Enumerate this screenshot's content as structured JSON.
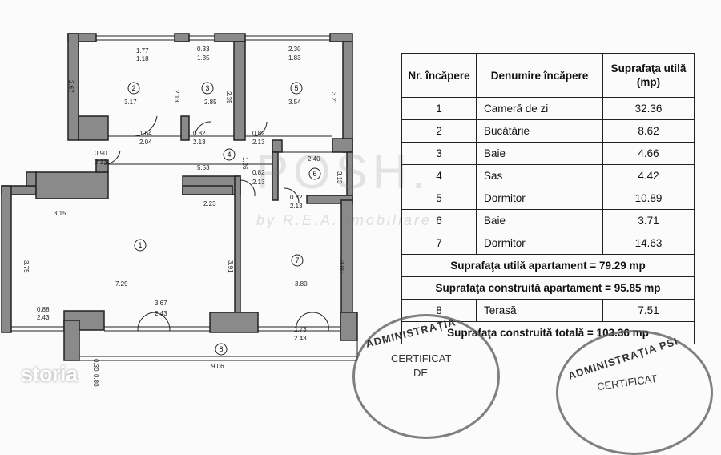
{
  "plan": {
    "dimensions": [
      "1.77",
      "1.18",
      "0.33",
      "1.35",
      "2.30",
      "1.83",
      "2.67",
      "2.13",
      "2.35",
      "3.21",
      "3.17",
      "2.85",
      "3.54",
      "1.64",
      "2.04",
      "0.82",
      "2.13",
      "0.82",
      "2.13",
      "0.90",
      "2.13",
      "2.40",
      "1.26",
      "3.13",
      "5.53",
      "0.82",
      "2.13",
      "0.82",
      "2.13",
      "3.15",
      "2.23",
      "3.75",
      "3.91",
      "3.80",
      "7.29",
      "3.80",
      "0.88",
      "2.43",
      "3.67",
      "2.43",
      "1.73",
      "2.43",
      "0.30",
      "0.80",
      "9.06"
    ],
    "room_numbers": [
      "1",
      "2",
      "3",
      "4",
      "5",
      "6",
      "7",
      "8"
    ]
  },
  "table": {
    "headers": [
      "Nr. încăpere",
      "Denumire încăpere",
      "Suprafaţa utilă (mp)"
    ],
    "rows": [
      {
        "nr": "1",
        "name": "Cameră de zi",
        "area": "32.36"
      },
      {
        "nr": "2",
        "name": "Bucătărie",
        "area": "8.62"
      },
      {
        "nr": "3",
        "name": "Baie",
        "area": "4.66"
      },
      {
        "nr": "4",
        "name": "Sas",
        "area": "4.42"
      },
      {
        "nr": "5",
        "name": "Dormitor",
        "area": "10.89"
      },
      {
        "nr": "6",
        "name": "Baie",
        "area": "3.71"
      },
      {
        "nr": "7",
        "name": "Dormitor",
        "area": "14.63"
      }
    ],
    "total_util": "Suprafaţa utilă apartament = 79.29 mp",
    "total_construit": "Suprafaţa construită apartament = 95.85 mp",
    "terrace": {
      "nr": "8",
      "name": "Terasă",
      "area": "7.51"
    },
    "total_general": "Suprafaţa construită totală = 103.36 mp"
  },
  "stamps": {
    "left_arc": "ADMINISTRAȚIA",
    "left_certificat": "CERTIFICAT",
    "left_de": "DE",
    "right_arc": "ADMINISTRAȚIA PSI",
    "right_certificat": "CERTIFICAT"
  },
  "watermark": {
    "main": "POSH.",
    "sub": "by R.E.A. Imobiliare"
  },
  "logo": "storia",
  "colors": {
    "wall": "#8a8a8a",
    "ink": "#222222",
    "paper": "#fbfbfb"
  }
}
